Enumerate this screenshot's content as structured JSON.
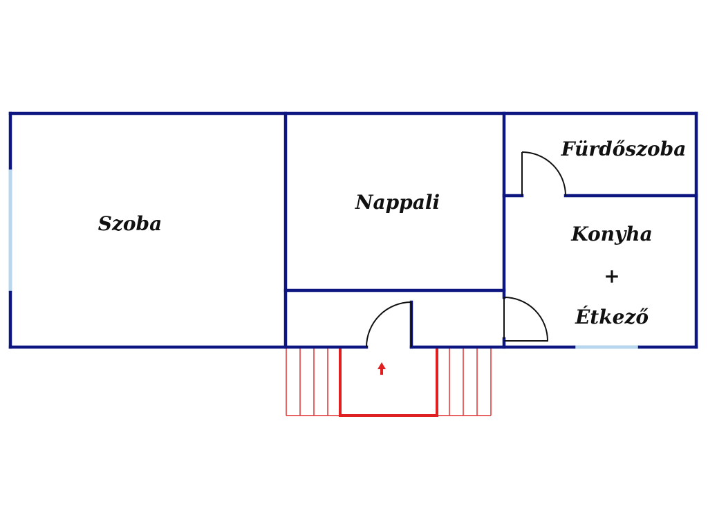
{
  "rooms": {
    "szoba": "Szoba",
    "nappali": "Nappali",
    "furdoszoba": "Fürdőszoba",
    "konyha_line1": "Konyha",
    "konyha_line2": "+",
    "konyha_line3": "Étkező"
  },
  "colors": {
    "wall": "#0d1680",
    "window": "#b8d6ee",
    "door_swing": "#111111",
    "stairs": "#e03030",
    "entrance_arrow": "#e02020"
  },
  "icons": {
    "entrance": "entrance-arrow-icon"
  }
}
